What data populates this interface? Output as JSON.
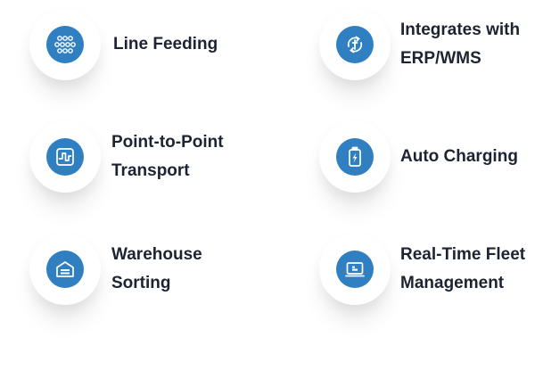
{
  "accent_color": "#2f7fc1",
  "features": [
    {
      "icon": "hexagon-grid-icon",
      "lines": [
        "Line Feeding"
      ]
    },
    {
      "icon": "integration-cycle-icon",
      "lines": [
        "Integrates with",
        "ERP/WMS"
      ]
    },
    {
      "icon": "route-path-icon",
      "lines": [
        "Point-to-Point",
        "Transport"
      ]
    },
    {
      "icon": "battery-charging-icon",
      "lines": [
        "Auto Charging"
      ]
    },
    {
      "icon": "warehouse-icon",
      "lines": [
        "Warehouse",
        "Sorting"
      ]
    },
    {
      "icon": "monitor-fleet-icon",
      "lines": [
        "Real-Time Fleet",
        "Management"
      ]
    }
  ]
}
